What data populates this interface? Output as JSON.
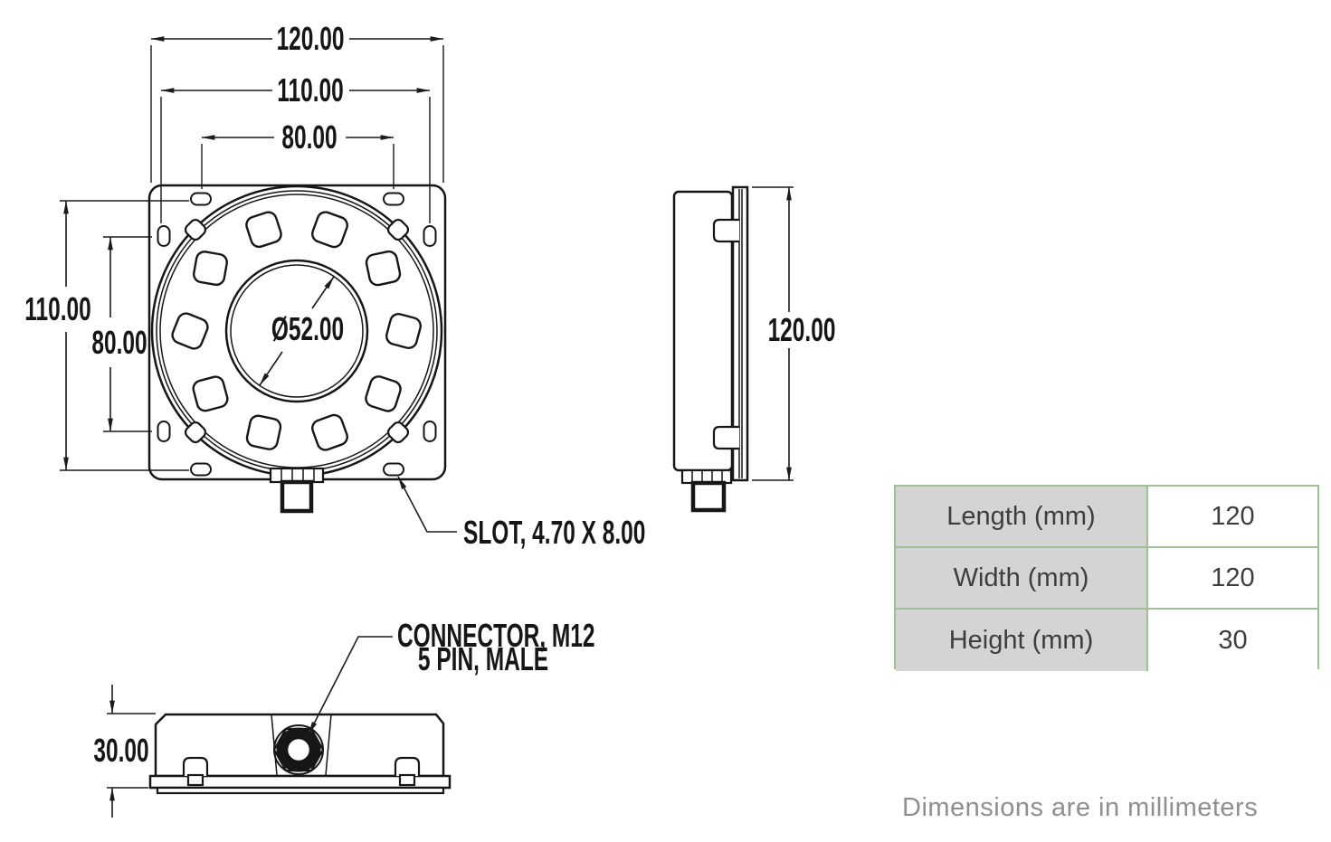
{
  "views": {
    "front": {
      "dims": {
        "outer_width": "120.00",
        "slot_span_horizontal": "110.00",
        "hole_span_horizontal": "80.00",
        "slot_span_vertical": "110.00",
        "hole_span_vertical": "80.00",
        "center_hole_diameter": "Ø52.00"
      },
      "callouts": {
        "slot": "SLOT, 4.70 X 8.00"
      }
    },
    "side": {
      "dims": {
        "height": "120.00"
      }
    },
    "bottom": {
      "dims": {
        "thickness": "30.00"
      },
      "callouts": {
        "connector_line1": "CONNECTOR, M12",
        "connector_line2": "5 PIN, MALE"
      }
    }
  },
  "spec_table": {
    "rows": [
      {
        "label": "Length (mm)",
        "value": "120"
      },
      {
        "label": "Width (mm)",
        "value": "120"
      },
      {
        "label": "Height (mm)",
        "value": "30"
      }
    ]
  },
  "footnote": "Dimensions are in millimeters",
  "colors": {
    "line": "#161616",
    "table_border": "#9fbf94",
    "table_header_bg": "#d4d4d4",
    "footnote_text": "#8f8f8f"
  }
}
